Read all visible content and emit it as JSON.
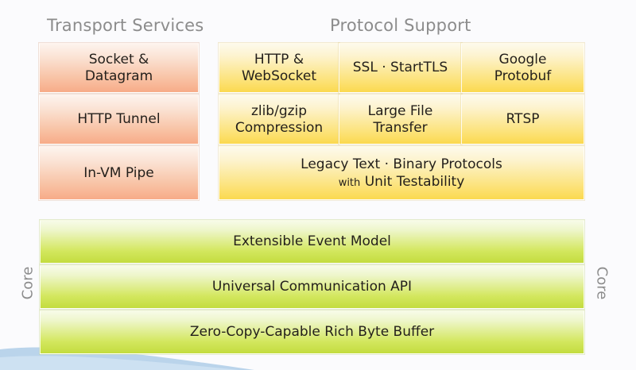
{
  "diagram": {
    "title_transport": "Transport Services",
    "title_protocol": "Protocol Support",
    "core_label_left": "Core",
    "core_label_right": "Core",
    "colors": {
      "background": "#fbfbfd",
      "title_text": "#8c8c8c",
      "cell_text": "#231f1b",
      "transport_top": "#fdf4ee",
      "transport_bottom": "#f7ab88",
      "protocol_top": "#fdfaec",
      "protocol_bottom": "#fbd94f",
      "core_top": "#f7fbe8",
      "core_bottom": "#c3dc3f",
      "swoosh": "#aecde8"
    },
    "transport_services": [
      {
        "line1": "Socket &",
        "line2": "Datagram"
      },
      {
        "line1": "HTTP Tunnel",
        "line2": ""
      },
      {
        "line1": "In-VM Pipe",
        "line2": ""
      }
    ],
    "protocol_support": {
      "row1": [
        {
          "line1": "HTTP &",
          "line2": "WebSocket"
        },
        {
          "line1": "SSL · StartTLS",
          "line2": ""
        },
        {
          "line1": "Google",
          "line2": "Protobuf"
        }
      ],
      "row2": [
        {
          "line1": "zlib/gzip",
          "line2": "Compression"
        },
        {
          "line1": "Large File",
          "line2": "Transfer"
        },
        {
          "line1": "RTSP",
          "line2": ""
        }
      ],
      "wide_row": {
        "line1": "Legacy Text · Binary Protocols",
        "with": "with",
        "emphasis": "Unit Testability"
      }
    },
    "core_layers": [
      "Extensible Event Model",
      "Universal Communication API",
      "Zero-Copy-Capable Rich Byte Buffer"
    ]
  }
}
